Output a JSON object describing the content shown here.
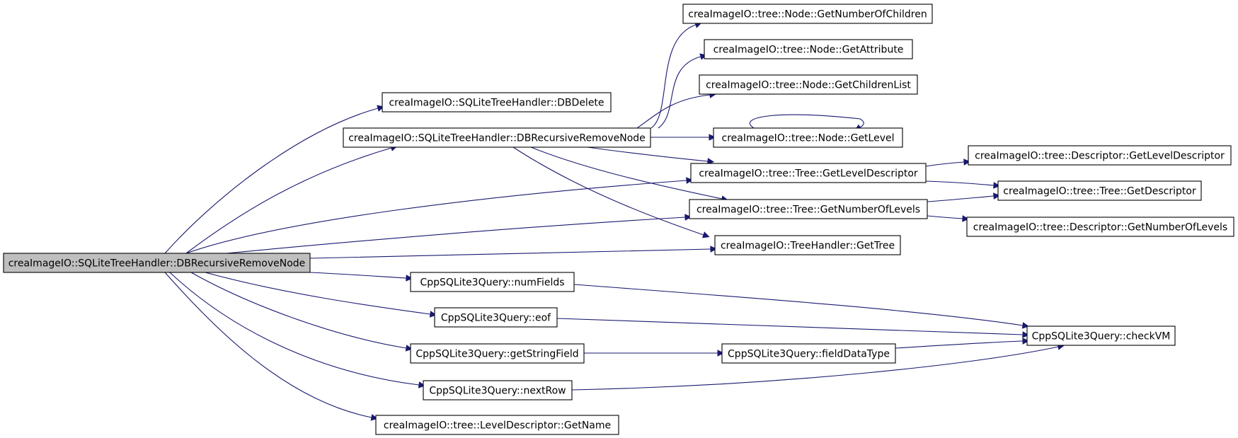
{
  "graph": {
    "root": "creaImageIO::SQLiteTreeHandler::DBRecursiveRemoveNode",
    "nodes": [
      {
        "id": "n0",
        "label": "creaImageIO::SQLiteTreeHandler::DBRecursiveRemoveNode",
        "highlighted": true
      },
      {
        "id": "n1",
        "label": "creaImageIO::SQLiteTreeHandler::DBDelete"
      },
      {
        "id": "n2",
        "label": "creaImageIO::SQLiteTreeHandler::DBRecursiveRemoveNode"
      },
      {
        "id": "n3",
        "label": "creaImageIO::tree::Node::GetNumberOfChildren"
      },
      {
        "id": "n4",
        "label": "creaImageIO::tree::Node::GetAttribute"
      },
      {
        "id": "n5",
        "label": "creaImageIO::tree::Node::GetChildrenList"
      },
      {
        "id": "n6",
        "label": "creaImageIO::tree::Node::GetLevel"
      },
      {
        "id": "n7",
        "label": "creaImageIO::tree::Tree::GetLevelDescriptor"
      },
      {
        "id": "n8",
        "label": "creaImageIO::tree::Tree::GetNumberOfLevels"
      },
      {
        "id": "n9",
        "label": "creaImageIO::TreeHandler::GetTree"
      },
      {
        "id": "n10",
        "label": "creaImageIO::tree::Descriptor::GetLevelDescriptor"
      },
      {
        "id": "n11",
        "label": "creaImageIO::tree::Tree::GetDescriptor"
      },
      {
        "id": "n12",
        "label": "creaImageIO::tree::Descriptor::GetNumberOfLevels"
      },
      {
        "id": "n13",
        "label": "CppSQLite3Query::numFields"
      },
      {
        "id": "n14",
        "label": "CppSQLite3Query::eof"
      },
      {
        "id": "n15",
        "label": "CppSQLite3Query::getStringField"
      },
      {
        "id": "n16",
        "label": "CppSQLite3Query::nextRow"
      },
      {
        "id": "n17",
        "label": "creaImageIO::tree::LevelDescriptor::GetName"
      },
      {
        "id": "n18",
        "label": "CppSQLite3Query::fieldDataType"
      },
      {
        "id": "n19",
        "label": "CppSQLite3Query::checkVM"
      }
    ],
    "edges": [
      [
        "n0",
        "n1"
      ],
      [
        "n0",
        "n2"
      ],
      [
        "n0",
        "n7"
      ],
      [
        "n0",
        "n8"
      ],
      [
        "n0",
        "n9"
      ],
      [
        "n0",
        "n13"
      ],
      [
        "n0",
        "n14"
      ],
      [
        "n0",
        "n15"
      ],
      [
        "n0",
        "n16"
      ],
      [
        "n0",
        "n17"
      ],
      [
        "n2",
        "n3"
      ],
      [
        "n2",
        "n4"
      ],
      [
        "n2",
        "n5"
      ],
      [
        "n2",
        "n6"
      ],
      [
        "n2",
        "n7"
      ],
      [
        "n2",
        "n8"
      ],
      [
        "n2",
        "n9"
      ],
      [
        "n6",
        "n6"
      ],
      [
        "n7",
        "n10"
      ],
      [
        "n7",
        "n11"
      ],
      [
        "n8",
        "n11"
      ],
      [
        "n8",
        "n12"
      ],
      [
        "n13",
        "n19"
      ],
      [
        "n14",
        "n19"
      ],
      [
        "n15",
        "n18"
      ],
      [
        "n18",
        "n19"
      ],
      [
        "n16",
        "n19"
      ]
    ]
  },
  "colors": {
    "edge": "#191970",
    "node_border": "#000000",
    "root_fill": "#bfbfbf",
    "node_fill": "#ffffff"
  }
}
